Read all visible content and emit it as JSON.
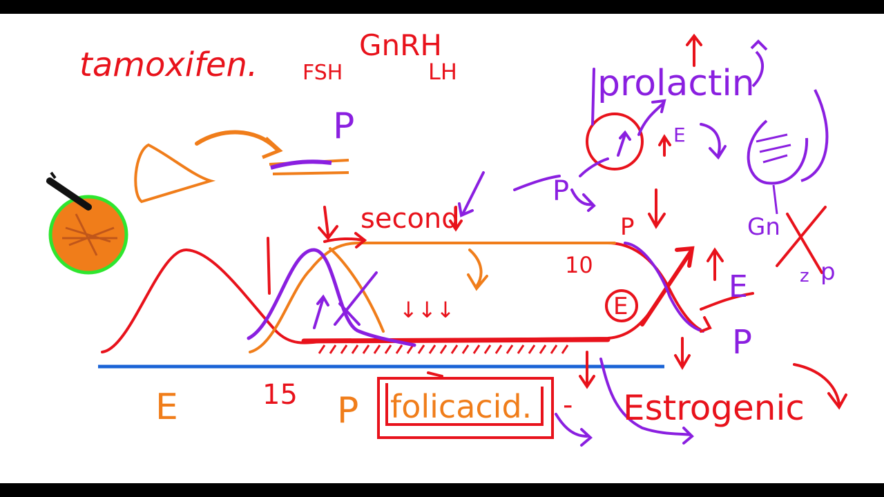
{
  "colors": {
    "red": "#e8121b",
    "orange": "#f07d1a",
    "purple": "#8a1fe0",
    "blue": "#1a63d6",
    "green": "#2ee62e",
    "black": "#111111",
    "background": "#ffffff"
  },
  "labels": {
    "tamoxifen": "tamoxifen.",
    "fsh": "FSH",
    "gnrh": "GnRH",
    "lh": "LH",
    "p_top": "P",
    "prolactin": "prolactin",
    "second": "second",
    "ten": "10",
    "e_circle": "E",
    "e_arrow_right": "E",
    "p_right": "P",
    "p_near_curve": "P",
    "p_mid": "P",
    "e_left": "E",
    "fifteen": "15",
    "p_bottom": "P",
    "folic_acid": "folicacid.",
    "estrogenic": "Estrogenic",
    "dash": "-",
    "e_small": "E",
    "gn": "Gn",
    "z": "z",
    "p_small": "p",
    "down_arrows": "↓↓↓"
  },
  "icons": {
    "ovary_drawing": "orange-ovary-sketch-icon",
    "breast_drawing": "purple-breast-sketch-icon",
    "horn_drawing": "orange-cone-sketch-icon"
  }
}
